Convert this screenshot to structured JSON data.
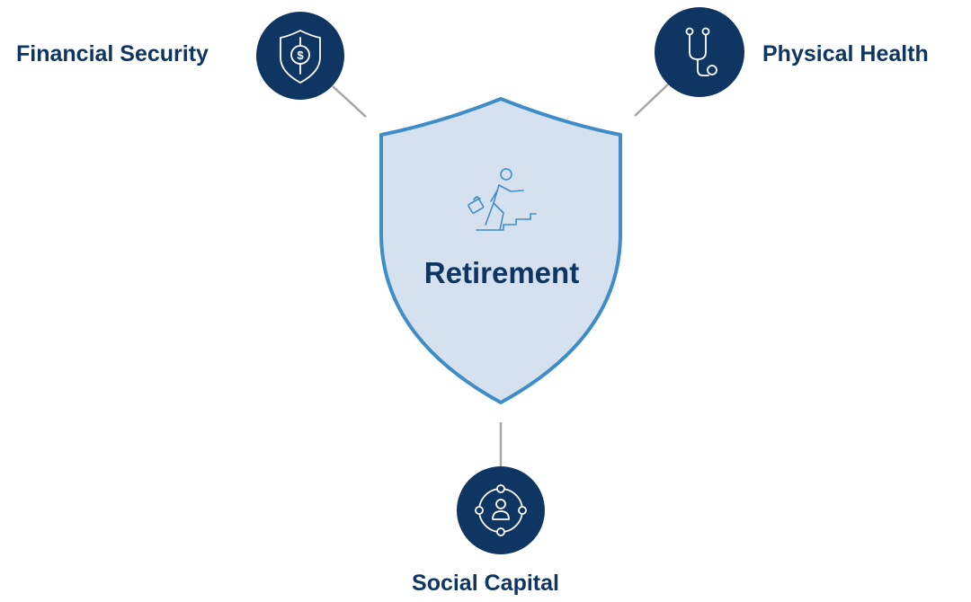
{
  "diagram": {
    "center": {
      "title": "Retirement",
      "icon": "person-climbing-stairs-icon"
    },
    "nodes": [
      {
        "label": "Financial Security",
        "icon": "shield-dollar-icon"
      },
      {
        "label": "Physical Health",
        "icon": "stethoscope-icon"
      },
      {
        "label": "Social Capital",
        "icon": "social-network-icon"
      }
    ],
    "colors": {
      "node_fill": "#0f3563",
      "shield_fill": "#d5e1ee",
      "shield_stroke": "#3f8dc8",
      "connector": "#a6a6a6",
      "text": "#0f3563"
    }
  }
}
